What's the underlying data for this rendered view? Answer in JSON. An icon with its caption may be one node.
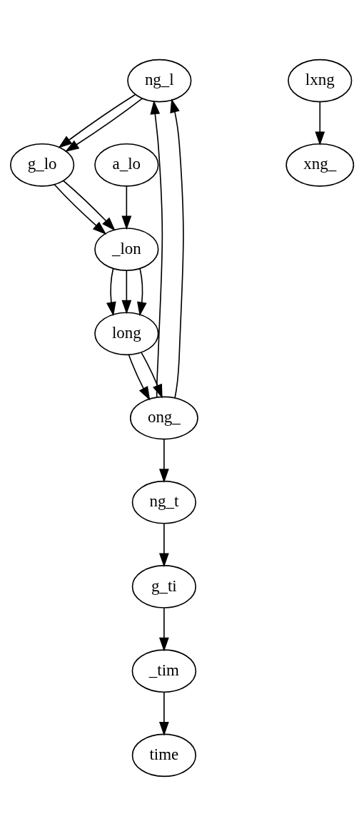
{
  "diagram": {
    "nodes": [
      {
        "text": [
          "ng_l"
        ]
      },
      {
        "text": [
          "lxng"
        ]
      },
      {
        "text": [
          "g_lo"
        ]
      },
      {
        "text": [
          "a_lo"
        ]
      },
      {
        "text": [
          "xng_"
        ]
      },
      {
        "text": [
          "_lon"
        ]
      },
      {
        "text": [
          "long"
        ]
      },
      {
        "text": [
          "ong_"
        ]
      },
      {
        "text": [
          "ng_t"
        ]
      },
      {
        "text": [
          "g_ti"
        ]
      },
      {
        "text": [
          "_tim"
        ]
      },
      {
        "text": [
          "time"
        ]
      }
    ],
    "edges": [
      {
        "from": 0,
        "to": 2,
        "arrow": "to"
      },
      {
        "from": 0,
        "to": 2,
        "arrow": "to"
      },
      {
        "from": 1,
        "to": 4,
        "arrow": "to"
      },
      {
        "from": 2,
        "to": 5,
        "arrow": "to"
      },
      {
        "from": 2,
        "to": 5,
        "arrow": "to"
      },
      {
        "from": 3,
        "to": 5,
        "arrow": "to"
      },
      {
        "from": 5,
        "to": 6,
        "arrow": "to"
      },
      {
        "from": 5,
        "to": 6,
        "arrow": "to"
      },
      {
        "from": 5,
        "to": 6,
        "arrow": "to"
      },
      {
        "from": 6,
        "to": 7,
        "arrow": "to"
      },
      {
        "from": 6,
        "to": 7,
        "arrow": "to"
      },
      {
        "from": 7,
        "to": 0,
        "arrow": "to"
      },
      {
        "from": 7,
        "to": 0,
        "arrow": "to"
      },
      {
        "from": 7,
        "to": 8,
        "arrow": "to"
      },
      {
        "from": 8,
        "to": 9,
        "arrow": "to"
      },
      {
        "from": 9,
        "to": 10,
        "arrow": "to"
      },
      {
        "from": 10,
        "to": 11,
        "arrow": "to"
      }
    ]
  }
}
